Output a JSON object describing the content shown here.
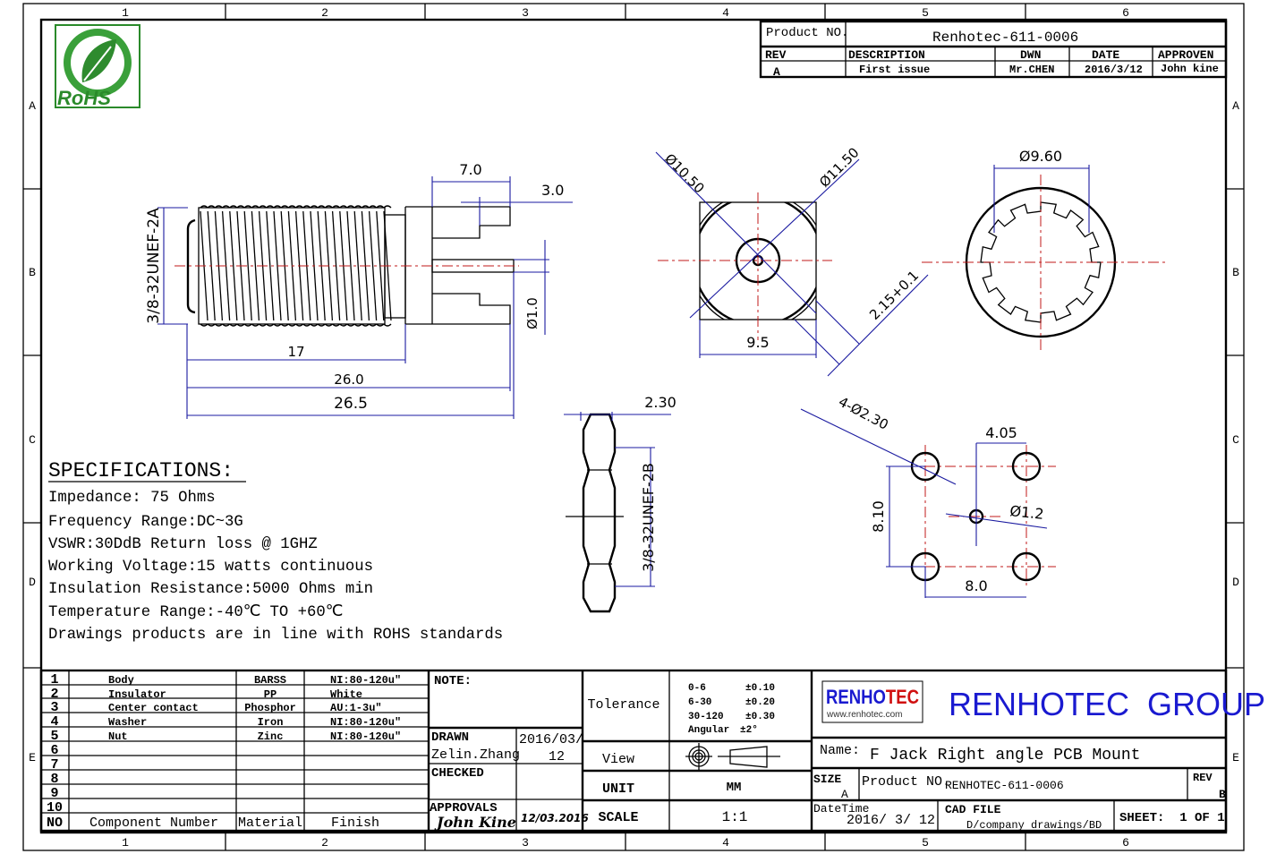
{
  "zones": {
    "columns": [
      "1",
      "2",
      "3",
      "4",
      "5",
      "6"
    ],
    "rows": [
      "A",
      "B",
      "C",
      "D",
      "E"
    ]
  },
  "logo": {
    "text": "RoHS"
  },
  "revision_block": {
    "product_label": "Product NO.",
    "product_value": "Renhotec-611-0006",
    "headers": [
      "REV",
      "DESCRIPTION",
      "DWN",
      "DATE",
      "APPROVEN"
    ],
    "row": [
      "A",
      "First issue",
      "Mr.CHEN",
      "2016/3/12",
      "John kine"
    ]
  },
  "dimensions": {
    "side_thread": "3/8-32UNEF-2A",
    "d_7_0": "7.0",
    "d_3_0": "3.0",
    "d_pin": "Ø1.0",
    "d_17": "17",
    "d_26_0": "26.0",
    "d_26_5": "26.5",
    "front_d1": "Ø10.50",
    "front_d2": "Ø11.50",
    "front_width": "9.5",
    "front_offset": "2.15+0.1",
    "washer_d": "Ø9.60",
    "nut_width": "2.30",
    "nut_thread": "3/8-32UNEF-2B",
    "holes": "4-Ø2.30",
    "hole_x": "4.05",
    "hole_y": "8.10",
    "hole_pitch": "8.0",
    "center_hole": "Ø1.2"
  },
  "specifications": {
    "title": "SPECIFICATIONS:",
    "lines": [
      "Impedance: 75 Ohms",
      "Frequency Range:DC~3G",
      "VSWR:30DdB Return loss @ 1GHZ",
      "Working Voltage:15 watts continuous",
      "Insulation Resistance:5000 Ohms min",
      "Temperature Range:-40℃ TO +60℃",
      "Drawings products are in line with ROHS standards"
    ]
  },
  "parts": {
    "headers": [
      "NO",
      "Component Number",
      "Material",
      "Finish"
    ],
    "rows": [
      [
        "1",
        "Body",
        "BARSS",
        "NI:80-120u\""
      ],
      [
        "2",
        "Insulator",
        "PP",
        "White"
      ],
      [
        "3",
        "Center contact",
        "Phosphor",
        "AU:1-3u\""
      ],
      [
        "4",
        "Washer",
        "Iron",
        "NI:80-120u\""
      ],
      [
        "5",
        "Nut",
        "Zinc",
        "NI:80-120u\""
      ],
      [
        "6",
        "",
        "",
        ""
      ],
      [
        "7",
        "",
        "",
        ""
      ],
      [
        "8",
        "",
        "",
        ""
      ],
      [
        "9",
        "",
        "",
        ""
      ],
      [
        "10",
        "",
        "",
        ""
      ]
    ]
  },
  "approvals": {
    "note": "NOTE:",
    "drawn_label": "DRAWN",
    "drawn_by": "Zelin.Zhang",
    "drawn_date_1": "2016/03/",
    "drawn_date_2": "12",
    "checked_label": "CHECKED",
    "approvals_label": "APPROVALS",
    "approved_by": "John Kine",
    "approved_date": "12/03.2016"
  },
  "tolerance": {
    "label": "Tolerance",
    "rows": [
      [
        "0-6",
        "±0.10"
      ],
      [
        "6-30",
        "±0.20"
      ],
      [
        "30-120",
        "±0.30"
      ],
      [
        "Angular",
        "±2°"
      ]
    ],
    "view_label": "View",
    "unit_label": "UNIT",
    "unit_value": "MM",
    "scale_label": "SCALE",
    "scale_value": "1:1"
  },
  "title_block": {
    "brand_logo": "RENHOTEC",
    "brand_logo_a": "RENHO",
    "brand_logo_b": "TEC",
    "website": "www.renhotec.com",
    "company": "RENHOTEC  GROUP",
    "name_label": "Name:",
    "name_value": "F Jack Right angle PCB Mount",
    "size_label": "SIZE",
    "size_value": "A",
    "product_label": "Product NO.",
    "product_value": "RENHOTEC-611-0006",
    "rev_label": "REV",
    "rev_value": "B",
    "datetime_label": "DateTime",
    "datetime_value": "2016/ 3/ 12",
    "cad_label": "CAD FILE",
    "cad_value": "D/company drawings/BD",
    "sheet": "SHEET:  1 OF 1"
  },
  "colors": {
    "brand_blue": "#1a1ad0",
    "brand_red": "#d01010",
    "dimension": "#1a1aa0",
    "centerline": "#c01818"
  }
}
